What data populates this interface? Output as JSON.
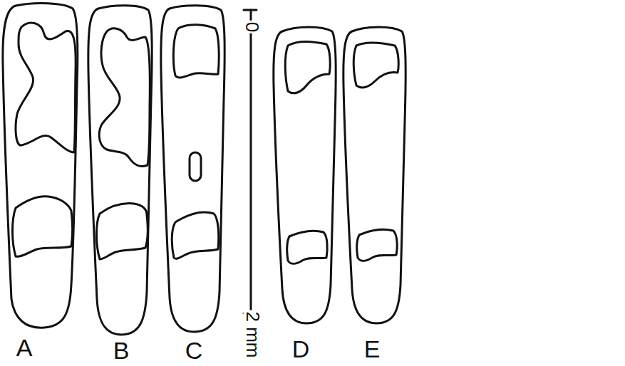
{
  "diagram": {
    "labels": [
      "A",
      "B",
      "C",
      "D",
      "E",
      "0",
      "2 mm"
    ]
  }
}
